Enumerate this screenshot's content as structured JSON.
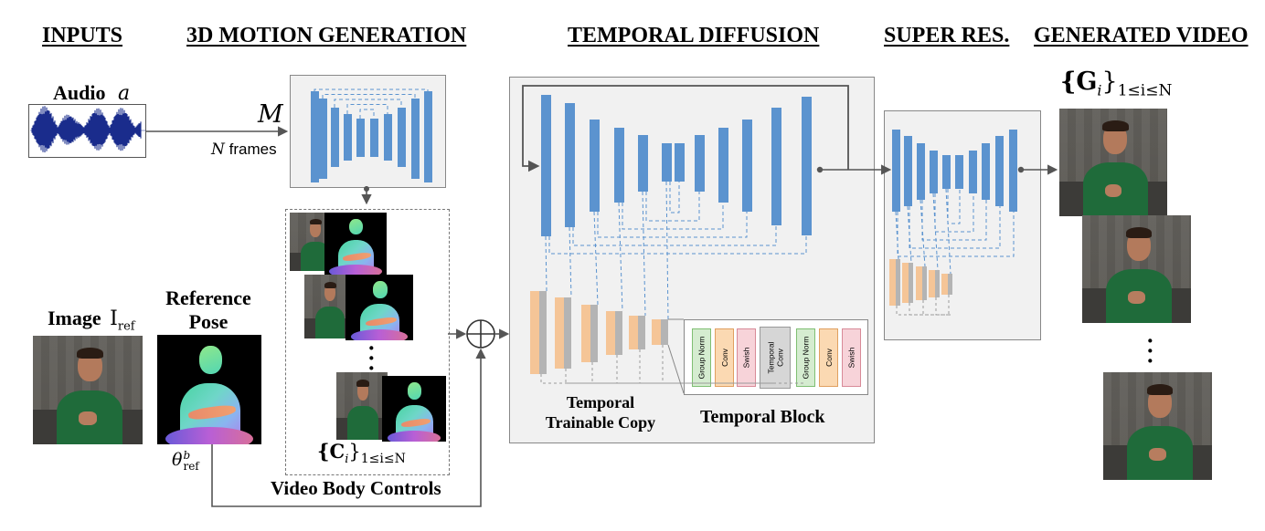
{
  "headers": {
    "inputs": "INPUTS",
    "motion": "3D MOTION GENERATION",
    "temporal": "TEMPORAL DIFFUSION",
    "superres": "SUPER RES.",
    "generated": "GENERATED VIDEO"
  },
  "inputs": {
    "audio_label": "Audio",
    "audio_var": "a",
    "image_label": "Image",
    "image_var": "I",
    "image_sub": "ref",
    "ref_pose_label_1": "Reference",
    "ref_pose_label_2": "Pose",
    "theta": "θ",
    "theta_sup": "b",
    "theta_sub": "ref"
  },
  "motion": {
    "M_var": "M",
    "n_var": "N",
    "frames_label": "frames"
  },
  "controls": {
    "set_var": "{C",
    "set_sub_i": "i",
    "set_close": "}",
    "set_range": "1≤i≤N",
    "label": "Video Body Controls"
  },
  "temporal": {
    "copy_label_1": "Temporal",
    "copy_label_2": "Trainable Copy",
    "block_label": "Temporal Block",
    "block_layers": [
      {
        "name": "Group Norm",
        "color": "#d5ecd0",
        "border": "#7fbf72"
      },
      {
        "name": "Conv",
        "color": "#fbd9b2",
        "border": "#e0a060"
      },
      {
        "name": "Swish",
        "color": "#f7d3d9",
        "border": "#d88a98"
      },
      {
        "name": "Temporal Conv",
        "color": "#d6d6d6",
        "border": "#9a9a9a"
      },
      {
        "name": "Group Norm",
        "color": "#d5ecd0",
        "border": "#7fbf72"
      },
      {
        "name": "Conv",
        "color": "#fbd9b2",
        "border": "#e0a060"
      },
      {
        "name": "Swish",
        "color": "#f7d3d9",
        "border": "#d88a98"
      }
    ]
  },
  "output": {
    "set_var": "{G",
    "set_sub_i": "i",
    "set_close": "}",
    "set_range": "1≤i≤N"
  },
  "colors": {
    "unet_blue": "#5b93cf",
    "copy_orange": "#f5c597",
    "copy_gray": "#b4b4b4",
    "dash_blue": "#5b93cf",
    "arrow": "#555555"
  }
}
